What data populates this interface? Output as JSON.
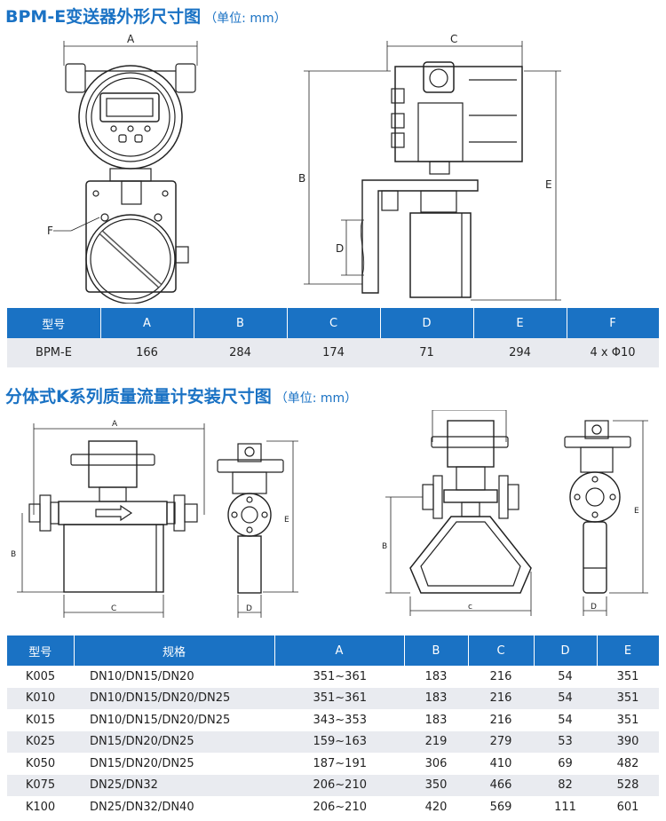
{
  "section1": {
    "title": "BPM-E变送器外形尺寸图",
    "unit": "（单位: mm）",
    "labels": {
      "A": "A",
      "B": "B",
      "C": "C",
      "D": "D",
      "E": "E",
      "F": "F"
    },
    "table": {
      "headers": [
        "型号",
        "A",
        "B",
        "C",
        "D",
        "E",
        "F"
      ],
      "rows": [
        [
          "BPM-E",
          "166",
          "284",
          "174",
          "71",
          "294",
          "4 x Φ10"
        ]
      ]
    }
  },
  "section2": {
    "title": "分体式K系列质量流量计安装尺寸图",
    "unit": "（单位: mm）",
    "labels": {
      "A": "A",
      "B": "B",
      "C": "C",
      "c": "c",
      "D": "D",
      "E": "E"
    },
    "table": {
      "headers": [
        "型号",
        "规格",
        "A",
        "B",
        "C",
        "D",
        "E"
      ],
      "rows": [
        [
          "K005",
          "DN10/DN15/DN20",
          "351~361",
          "183",
          "216",
          "54",
          "351"
        ],
        [
          "K010",
          "DN10/DN15/DN20/DN25",
          "351~361",
          "183",
          "216",
          "54",
          "351"
        ],
        [
          "K015",
          "DN10/DN15/DN20/DN25",
          "343~353",
          "183",
          "216",
          "54",
          "351"
        ],
        [
          "K025",
          "DN15/DN20/DN25",
          "159~163",
          "219",
          "279",
          "53",
          "390"
        ],
        [
          "K050",
          "DN15/DN20/DN25",
          "187~191",
          "306",
          "410",
          "69",
          "482"
        ],
        [
          "K075",
          "DN25/DN32",
          "206~210",
          "350",
          "466",
          "82",
          "528"
        ],
        [
          "K100",
          "DN25/DN32/DN40",
          "206~210",
          "420",
          "569",
          "111",
          "601"
        ]
      ]
    }
  }
}
